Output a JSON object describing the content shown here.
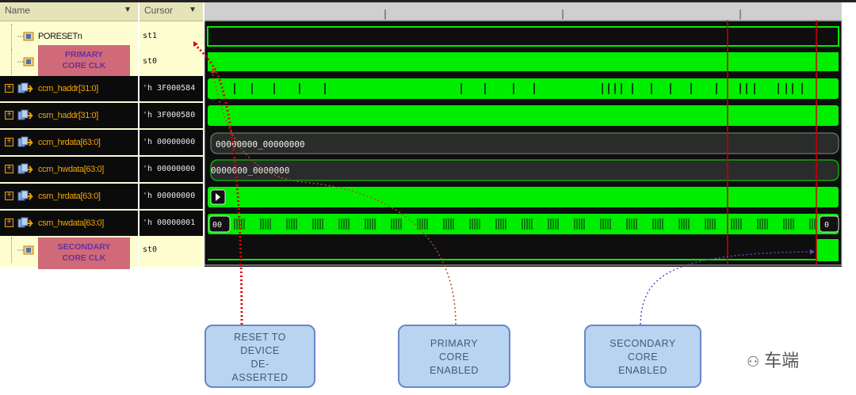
{
  "header": {
    "name_col": "Name",
    "value_col": "Cursor"
  },
  "signals": [
    {
      "name": "PORESETn",
      "value": "st1",
      "theme": "light",
      "kind": "single",
      "expandable": false
    },
    {
      "name": "PRIMARY CORE CLK",
      "value": "st0",
      "theme": "light",
      "kind": "clk-label",
      "expandable": false
    },
    {
      "name": "ccm_haddr[31:0]",
      "value": "'h 3F000584",
      "theme": "dark",
      "kind": "bus",
      "expandable": true
    },
    {
      "name": "csm_haddr[31:0]",
      "value": "'h 3F000580",
      "theme": "dark",
      "kind": "bus",
      "expandable": true
    },
    {
      "name": "ccm_hrdata[63:0]",
      "value": "'h 00000000",
      "theme": "dark",
      "kind": "bus",
      "expandable": true
    },
    {
      "name": "ccm_hwdata[63:0]",
      "value": "'h 00000000",
      "theme": "dark",
      "kind": "bus",
      "expandable": true
    },
    {
      "name": "csm_hrdata[63:0]",
      "value": "'h 00000000",
      "theme": "dark",
      "kind": "bus",
      "expandable": true
    },
    {
      "name": "csm_hwdata[63:0]",
      "value": "'h 00000001",
      "theme": "dark",
      "kind": "bus",
      "expandable": true
    },
    {
      "name": "SECONDARY CORE CLK",
      "value": "st0",
      "theme": "light",
      "kind": "clk-label",
      "expandable": false
    }
  ],
  "bus_values": {
    "ccm_hrdata": "00000000_00000000",
    "ccm_hwdata": "0000000_0000000",
    "csm_hwdata_start": "00",
    "csm_hwdata_end": "0"
  },
  "callouts": [
    {
      "lines": [
        "RESET TO",
        "DEVICE",
        "DE-",
        "ASSERTED"
      ]
    },
    {
      "lines": [
        "PRIMARY",
        "CORE",
        "ENABLED"
      ]
    },
    {
      "lines": [
        "SECONDARY",
        "CORE",
        "ENABLED"
      ]
    }
  ],
  "watermark": "车端",
  "colors": {
    "wave": "#00ee00",
    "bus_fill": "#2b2b2b",
    "arrow_reset": "#e00000",
    "arrow_primary": "#b05020",
    "arrow_secondary": "#7040c0",
    "cursor": "#cc0000"
  }
}
